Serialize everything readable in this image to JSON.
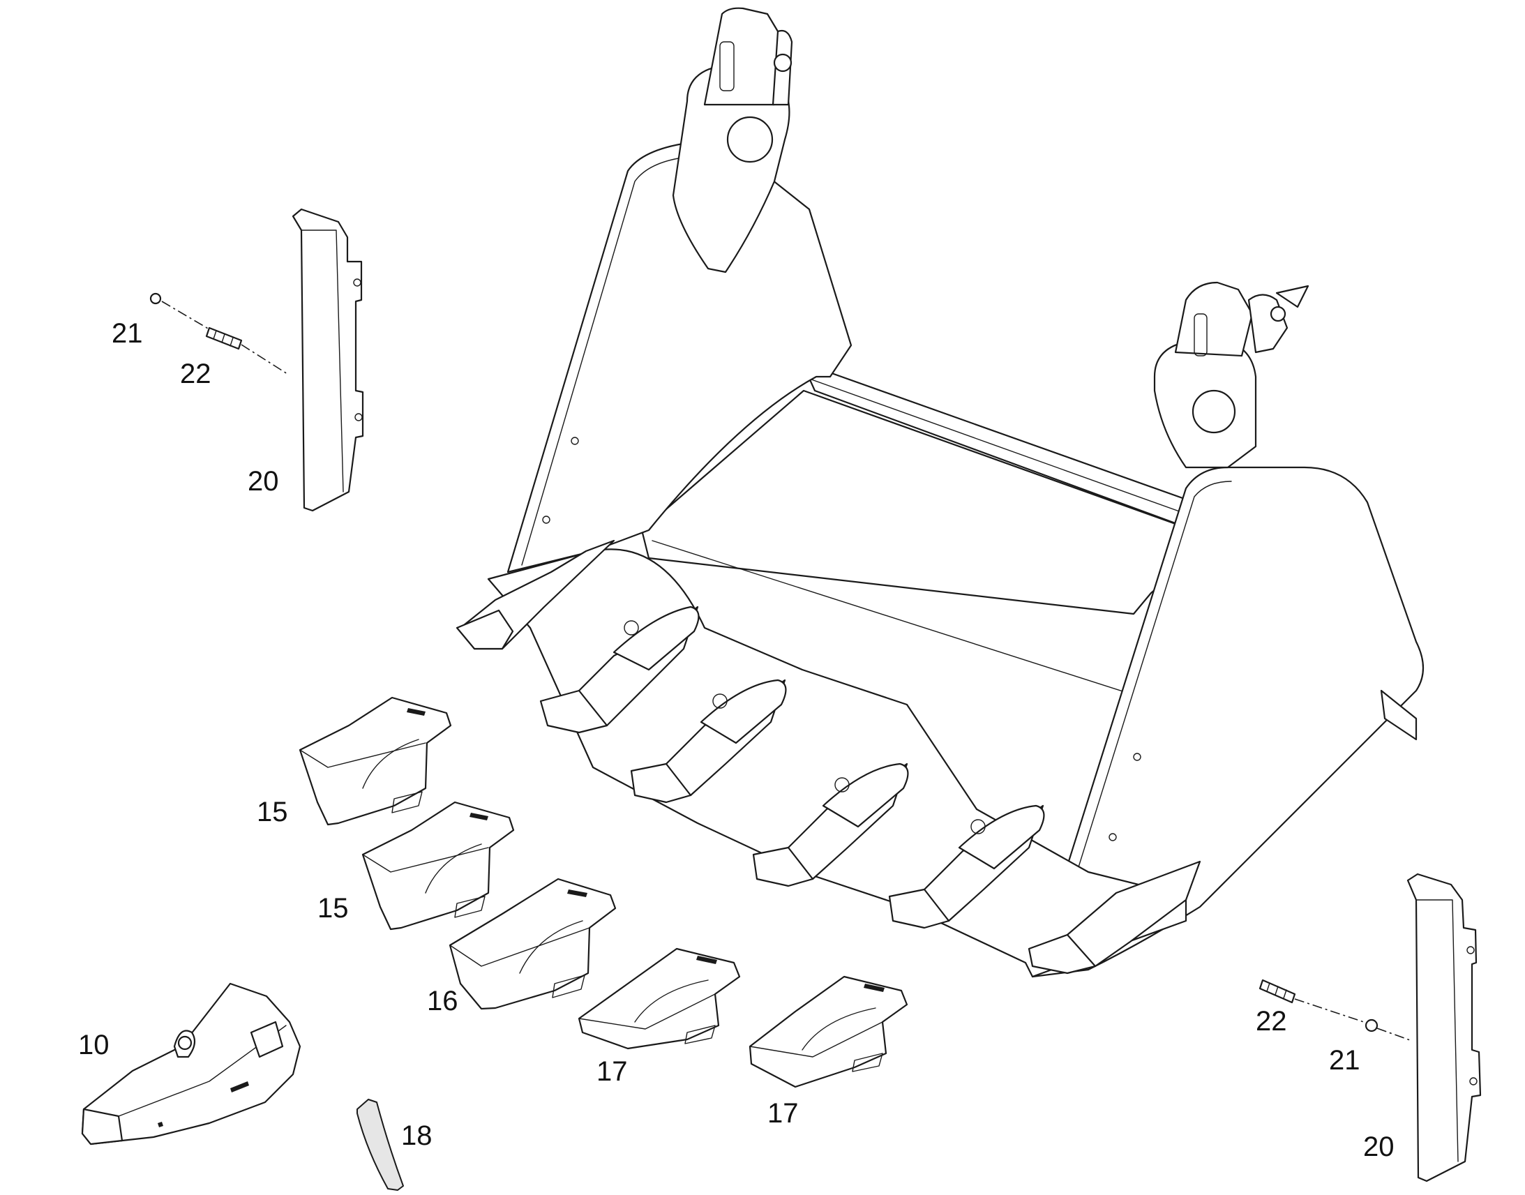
{
  "callouts": [
    {
      "id": "c21a",
      "text": "21"
    },
    {
      "id": "c22a",
      "text": "22"
    },
    {
      "id": "c20a",
      "text": "20"
    },
    {
      "id": "c15a",
      "text": "15"
    },
    {
      "id": "c15b",
      "text": "15"
    },
    {
      "id": "c16",
      "text": "16"
    },
    {
      "id": "c17a",
      "text": "17"
    },
    {
      "id": "c17b",
      "text": "17"
    },
    {
      "id": "c10",
      "text": "10"
    },
    {
      "id": "c18",
      "text": "18"
    },
    {
      "id": "c22b",
      "text": "22"
    },
    {
      "id": "c21b",
      "text": "21"
    },
    {
      "id": "c20b",
      "text": "20"
    }
  ]
}
